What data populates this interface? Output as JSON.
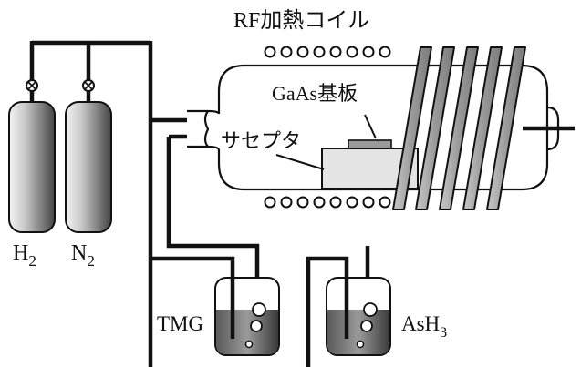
{
  "labels": {
    "rf_coil": "RF加熱コイル",
    "substrate": "GaAs基板",
    "susceptor": "サセプタ",
    "h2": "H",
    "h2_sub": "2",
    "n2": "N",
    "n2_sub": "2",
    "tmg": "TMG",
    "ash3": "AsH",
    "ash3_sub": "3"
  },
  "colors": {
    "line": "#111111",
    "susceptor_fill": "#e4e4e4",
    "substrate_fill": "#9a9a9a",
    "coil_fill": "#9c9c9c"
  }
}
